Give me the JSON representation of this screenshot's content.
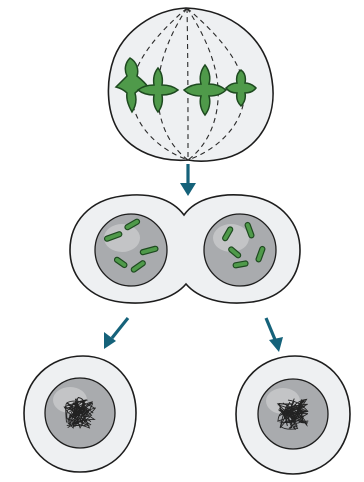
{
  "colors": {
    "background": "#ffffff",
    "cell_fill": "#eef0f2",
    "cell_outline": "#1d1d1d",
    "nucleus_fill": "#a9abae",
    "nucleus_highlight": "#c9cacc",
    "chromosome_fill": "#4f9a4a",
    "chromosome_outline": "#1e4a20",
    "chromatin": "#222222",
    "spindle": "#2a2a2a",
    "arrow": "#15627a"
  },
  "stages": [
    {
      "id": "metaphase",
      "chromosome_count": 4
    },
    {
      "id": "cytokinesis",
      "nuclei_count": 2,
      "chromosomes_per_nucleus": 5
    },
    {
      "id": "daughter-cells",
      "cell_count": 2
    }
  ],
  "icons": {
    "arrow": "down-arrow-icon"
  }
}
